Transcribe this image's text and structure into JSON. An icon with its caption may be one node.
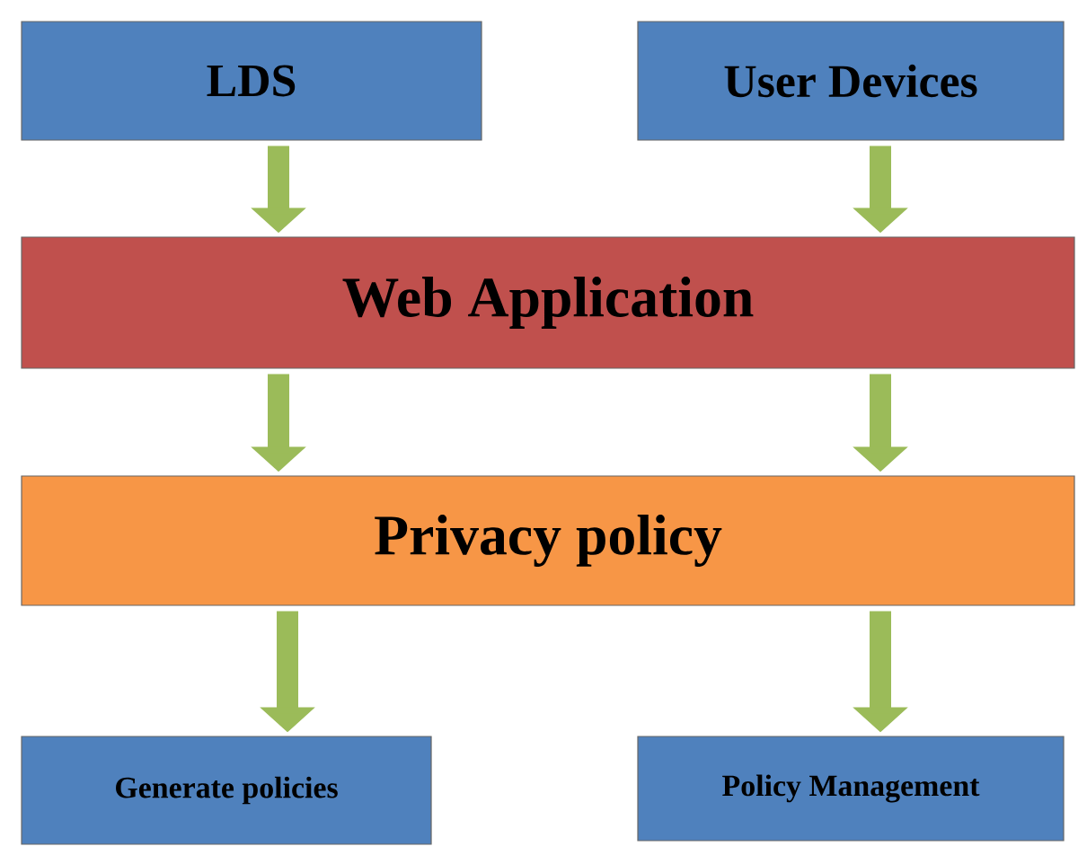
{
  "diagram": {
    "nodes": [
      {
        "text": [
          "LDS"
        ]
      },
      {
        "text": [
          "User  Devices"
        ]
      },
      {
        "text": [
          "Web Application"
        ]
      },
      {
        "text": [
          "Privacy policy"
        ]
      },
      {
        "text": [
          "Generate policies"
        ]
      },
      {
        "text": [
          "Policy Management"
        ]
      }
    ],
    "edges": [
      {
        "from": 0,
        "to": 2,
        "arrow": "to"
      },
      {
        "from": 1,
        "to": 2,
        "arrow": "to"
      },
      {
        "from": 2,
        "to": 3,
        "arrow": "to"
      },
      {
        "from": 2,
        "to": 3,
        "arrow": "to"
      },
      {
        "from": 3,
        "to": 4,
        "arrow": "to"
      },
      {
        "from": 3,
        "to": 5,
        "arrow": "to"
      }
    ]
  }
}
